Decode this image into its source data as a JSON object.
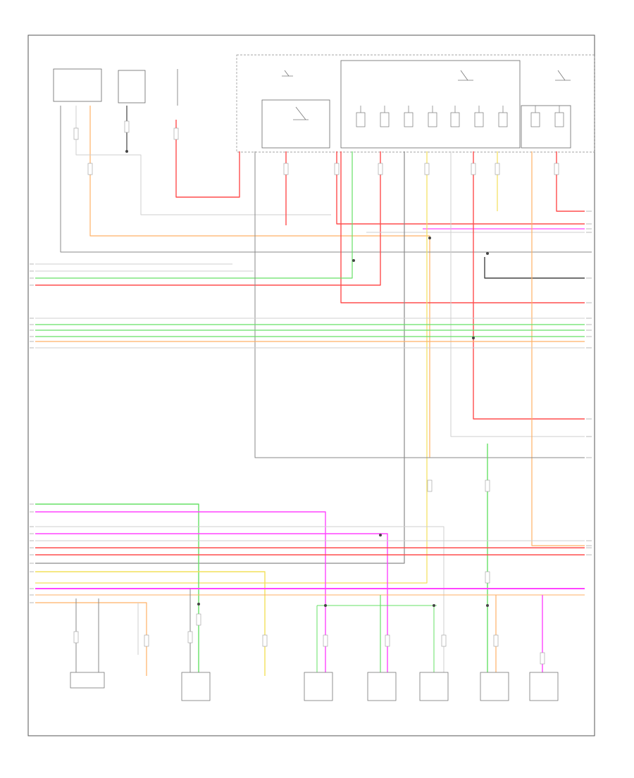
{
  "diagram": {
    "page_number": "",
    "header_labels": {
      "radio_station": "",
      "left_front_relay": "",
      "battery_junction": "",
      "right_rear_junction": ""
    },
    "components": [
      {
        "id": "c1",
        "label": ""
      },
      {
        "id": "c2",
        "label": ""
      },
      {
        "id": "c3",
        "label": ""
      },
      {
        "id": "c4",
        "label": ""
      },
      {
        "id": "c5",
        "label": ""
      },
      {
        "id": "c6",
        "label": ""
      },
      {
        "id": "c7",
        "label": ""
      },
      {
        "id": "c8",
        "label": ""
      },
      {
        "id": "c9",
        "label": ""
      }
    ],
    "wire_colors": {
      "red": "#ff4d4d",
      "green": "#66e066",
      "magenta": "#ff44ff",
      "yellow": "#f2e05a",
      "orange": "#ffb066",
      "gray": "#8a8a8a",
      "light": "#cfcfcf",
      "black": "#444444"
    }
  }
}
